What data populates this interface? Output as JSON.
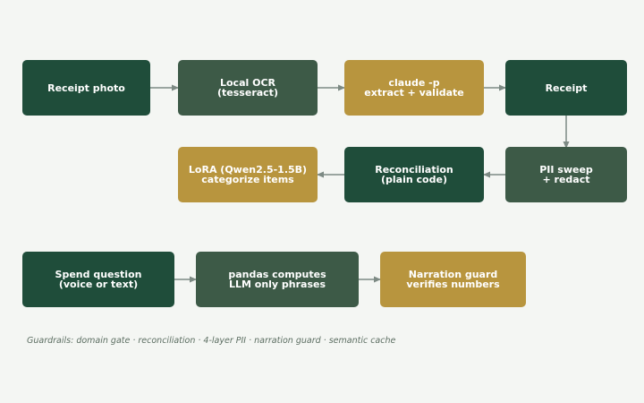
{
  "diagram": {
    "nodes": [
      {
        "id": "receipt-photo",
        "label": "Receipt photo",
        "style": "dark"
      },
      {
        "id": "local-ocr",
        "label": "Local OCR\n(tesseract)",
        "style": "mid"
      },
      {
        "id": "claude-p",
        "label": "claude -p\nextract + validate",
        "style": "gold"
      },
      {
        "id": "receipt",
        "label": "Receipt",
        "style": "dark"
      },
      {
        "id": "pii-sweep",
        "label": "PII sweep\n+ redact",
        "style": "mid"
      },
      {
        "id": "reconciliation",
        "label": "Reconciliation\n(plain code)",
        "style": "dark"
      },
      {
        "id": "lora",
        "label": "LoRA (Qwen2.5-1.5B)\ncategorize items",
        "style": "gold"
      },
      {
        "id": "spend-question",
        "label": "Spend question\n(voice or text)",
        "style": "dark"
      },
      {
        "id": "pandas",
        "label": "pandas computes\nLLM only phrases",
        "style": "mid"
      },
      {
        "id": "narration-guard",
        "label": "Narration guard\nverifies numbers",
        "style": "gold"
      }
    ],
    "edges": [
      {
        "from": "receipt-photo",
        "to": "local-ocr"
      },
      {
        "from": "local-ocr",
        "to": "claude-p"
      },
      {
        "from": "claude-p",
        "to": "receipt"
      },
      {
        "from": "receipt",
        "to": "pii-sweep"
      },
      {
        "from": "pii-sweep",
        "to": "reconciliation"
      },
      {
        "from": "reconciliation",
        "to": "lora"
      },
      {
        "from": "spend-question",
        "to": "pandas"
      },
      {
        "from": "pandas",
        "to": "narration-guard"
      }
    ],
    "footnote": "Guardrails: domain gate · reconciliation · 4-layer PII · narration guard · semantic cache"
  },
  "colors": {
    "background": "#f4f6f3",
    "dark_green": "#1f4d3a",
    "mid_green": "#3d5a47",
    "gold": "#b8953e",
    "arrow": "#7d8a84",
    "footnote": "#5c6e62"
  }
}
